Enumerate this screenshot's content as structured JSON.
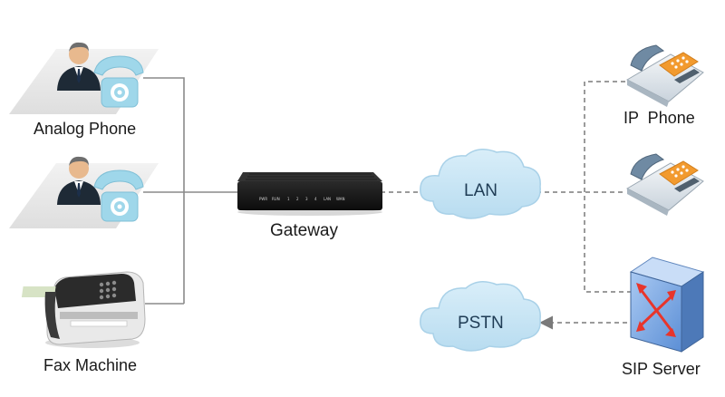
{
  "diagram": {
    "nodes": {
      "analog_phone": {
        "label": "Analog Phone"
      },
      "fax_machine": {
        "label": "Fax Machine"
      },
      "gateway": {
        "label": "Gateway",
        "ports": [
          "PWR",
          "RUN",
          "1",
          "2",
          "3",
          "4",
          "LAN",
          "WAN"
        ]
      },
      "lan": {
        "label": "LAN"
      },
      "pstn": {
        "label": "PSTN"
      },
      "ip_phone": {
        "label": "IP  Phone"
      },
      "sip_server": {
        "label": "SIP Server"
      }
    },
    "colors": {
      "solid_line": "#8a8a8a",
      "dashed_line": "#7a7a7a",
      "cloud_fill": "#cfe6f3",
      "cloud_edge": "#a9d1e8",
      "phone_body": "#9fd7ea",
      "ip_phone_keypad": "#f29a2e",
      "server_blue": "#7fa9e0",
      "server_arrow": "#e8352b"
    }
  }
}
